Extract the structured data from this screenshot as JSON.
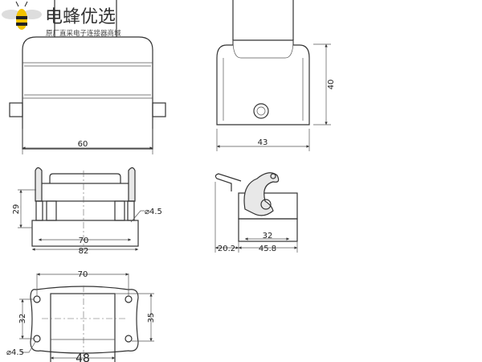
{
  "logo": {
    "name": "电蜂优选",
    "tagline": "原厂直采电子连接器商城",
    "icon": "bee-icon"
  },
  "views": {
    "front_top": {
      "width": "60"
    },
    "side_top": {
      "width": "43",
      "height": "40"
    },
    "front_mid": {
      "height": "29",
      "hole": "⌀4.5",
      "hole_spacing": "70",
      "base_width": "82"
    },
    "side_mid": {
      "offset": "20.2",
      "base_depth": "45.8",
      "hole_spacing": "32"
    },
    "bottom": {
      "hole_spacing_x": "70",
      "hole_spacing_y": "32",
      "depth": "35",
      "hole": "⌀4.5",
      "cutout": "48"
    }
  }
}
